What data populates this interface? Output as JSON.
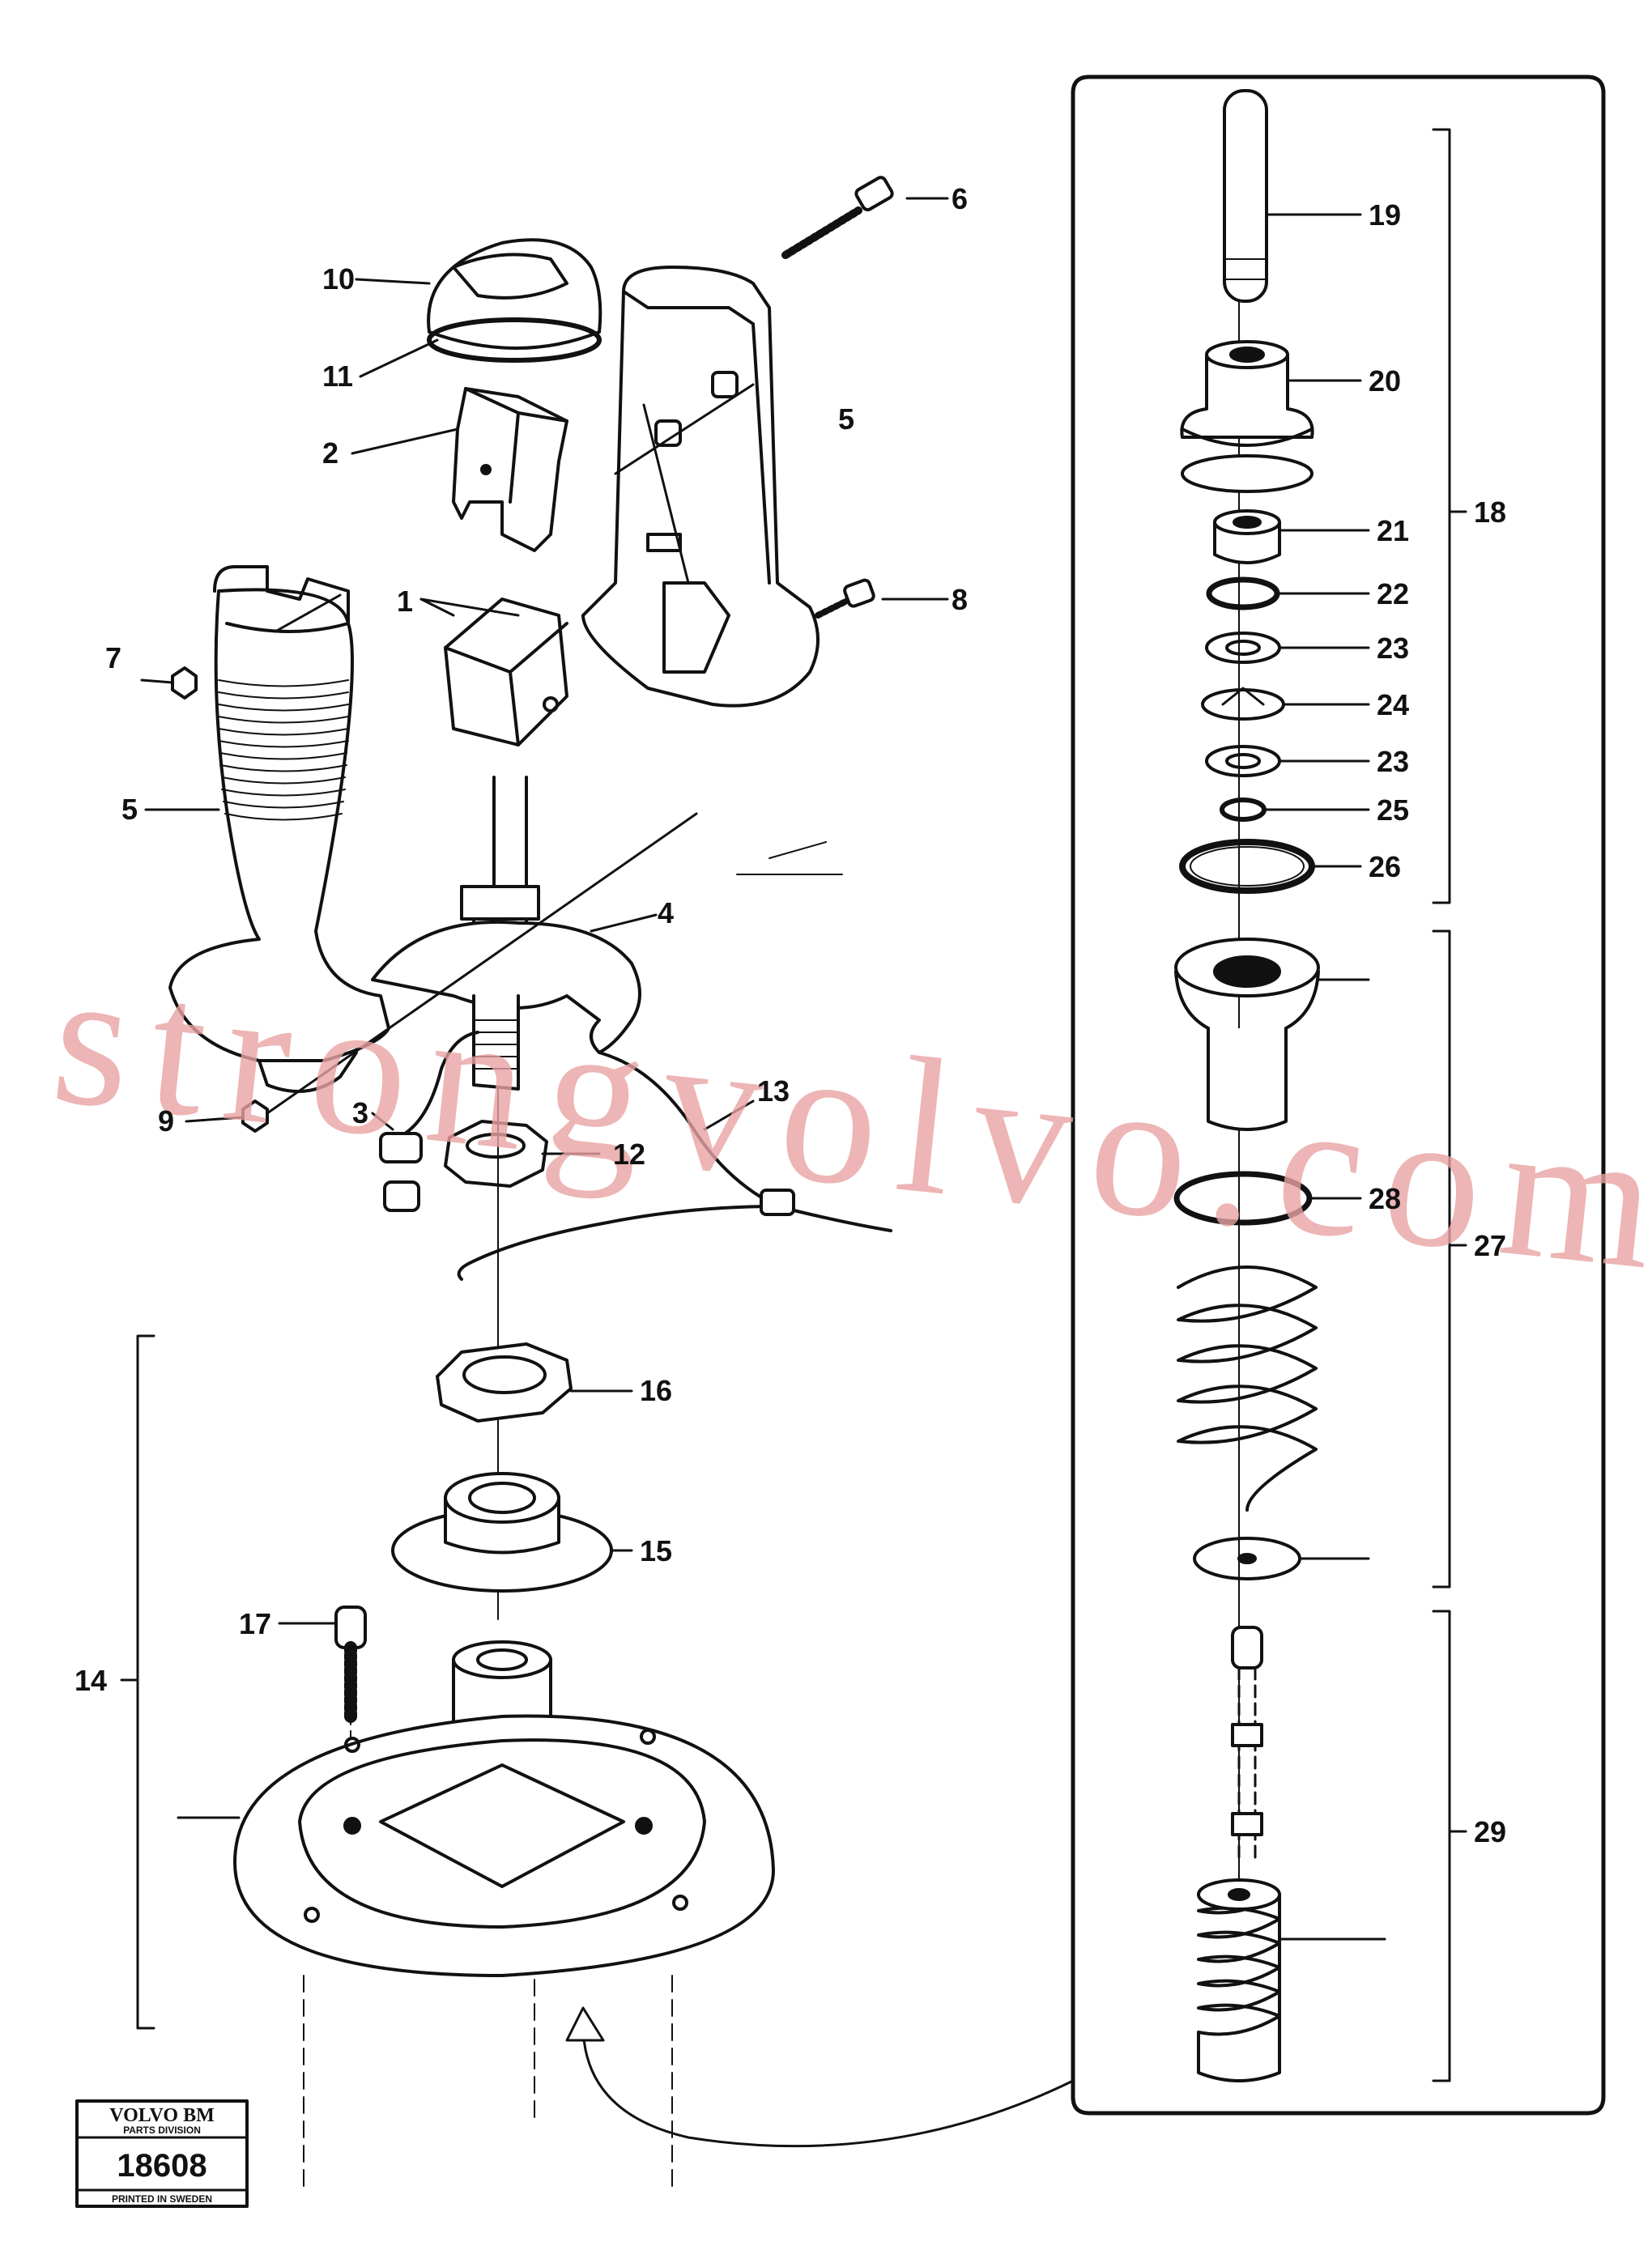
{
  "parts": {
    "p1": "1",
    "p2": "2",
    "p3": "3",
    "p4": "4",
    "p5a": "5",
    "p5b": "5",
    "p6": "6",
    "p7": "7",
    "p8": "8",
    "p9": "9",
    "p10": "10",
    "p11": "11",
    "p12": "12",
    "p13": "13",
    "p14": "14",
    "p15": "15",
    "p16": "16",
    "p17": "17",
    "p18": "18",
    "p19": "19",
    "p20": "20",
    "p21": "21",
    "p22": "22",
    "p23a": "23",
    "p23b": "23",
    "p24": "24",
    "p25": "25",
    "p26": "26",
    "p27": "27",
    "p28": "28",
    "p29": "29"
  },
  "stamp": {
    "brand": "VOLVO BM",
    "division": "PARTS DIVISION",
    "number": "18608",
    "printed": "PRINTED IN SWEDEN"
  },
  "watermark": "strongvolvo.com"
}
